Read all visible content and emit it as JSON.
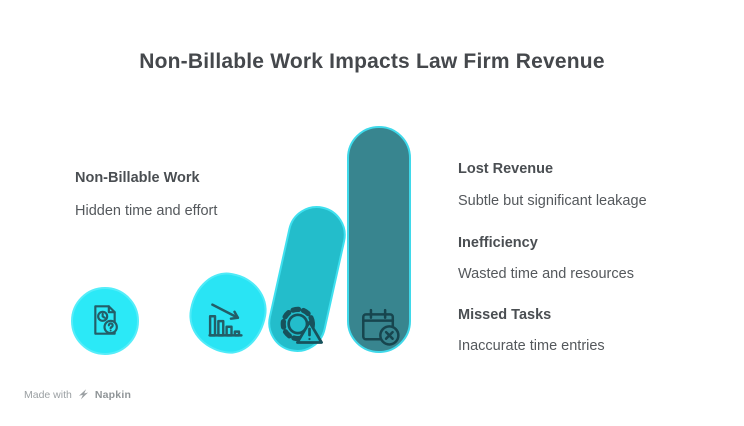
{
  "title": "Non-Billable Work Impacts Law Firm Revenue",
  "left_item": {
    "label": "Non-Billable Work",
    "description": "Hidden time and effort"
  },
  "right_items": [
    {
      "label": "Lost Revenue",
      "description": "Subtle but significant leakage"
    },
    {
      "label": "Inefficiency",
      "description": "Wasted time and resources"
    },
    {
      "label": "Missed Tasks",
      "description": "Inaccurate time entries"
    }
  ],
  "shapes": [
    {
      "name": "document-circle",
      "icon": "document-clock-question-icon",
      "fill": "#2BE9F7"
    },
    {
      "name": "small-blob-bar",
      "icon": "declining-chart-icon",
      "fill": "#29E4F4"
    },
    {
      "name": "medium-pill-bar",
      "icon": "gear-warning-icon",
      "fill": "#23BDCB"
    },
    {
      "name": "tall-pill-bar",
      "icon": "calendar-x-icon",
      "fill": "#38858F"
    }
  ],
  "colors": {
    "bright_cyan": "#2BE9F7",
    "medium_teal": "#23BDCB",
    "dark_teal": "#38858F",
    "outline_cyan": "#3FD9EA",
    "title_text": "#45484c",
    "label_text": "#4a4e52",
    "body_text": "#54585c",
    "footer_text": "#9ba0a3"
  },
  "footer": {
    "made_with": "Made with",
    "brand": "Napkin"
  }
}
